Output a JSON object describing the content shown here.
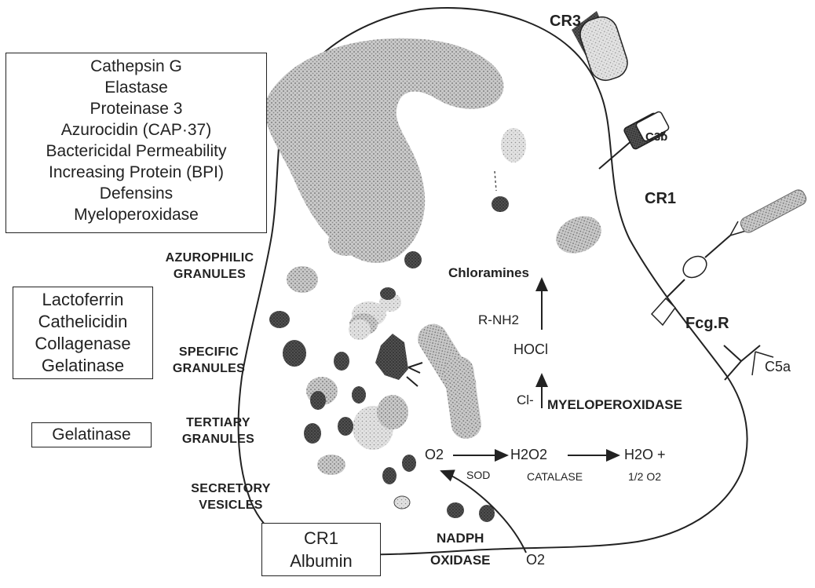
{
  "granule_boxes": {
    "azurophilic": [
      "Cathepsin G",
      "Elastase",
      "Proteinase 3",
      "Azurocidin (CAP·37)",
      "Bactericidal Permeability",
      "Increasing Protein (BPI)",
      "Defensins",
      "Myeloperoxidase"
    ],
    "specific": [
      "Lactoferrin",
      "Cathelicidin",
      "Collagenase",
      "Gelatinase"
    ],
    "tertiary": [
      "Gelatinase"
    ],
    "secretory": [
      "CR1",
      "Albumin"
    ]
  },
  "granule_labels": {
    "azurophilic": [
      "AZUROPHILIC",
      "GRANULES"
    ],
    "specific": [
      "SPECIFIC",
      "GRANULES"
    ],
    "tertiary": [
      "TERTIARY",
      "GRANULES"
    ],
    "secretory": [
      "SECRETORY",
      "VESICLES"
    ]
  },
  "receptors": {
    "cr3": "CR3",
    "c3b": "C3b",
    "cr1": "CR1",
    "fcg_r": "Fcg.R",
    "c5a": "C5a"
  },
  "pathway": {
    "chloramines": "Chloramines",
    "r_nh2": "R-NH2",
    "hocl": "HOCl",
    "cl": "Cl-",
    "myeloperoxidase": "MYELOPEROXIDASE",
    "o2": "O2",
    "sod": "SOD",
    "h2o2": "H2O2",
    "catalase": "CATALASE",
    "h2o_plus": "H2O +",
    "half_o2": "1/2 O2",
    "nadph": "NADPH",
    "oxidase": "OXIDASE",
    "o2_outside": "O2"
  }
}
